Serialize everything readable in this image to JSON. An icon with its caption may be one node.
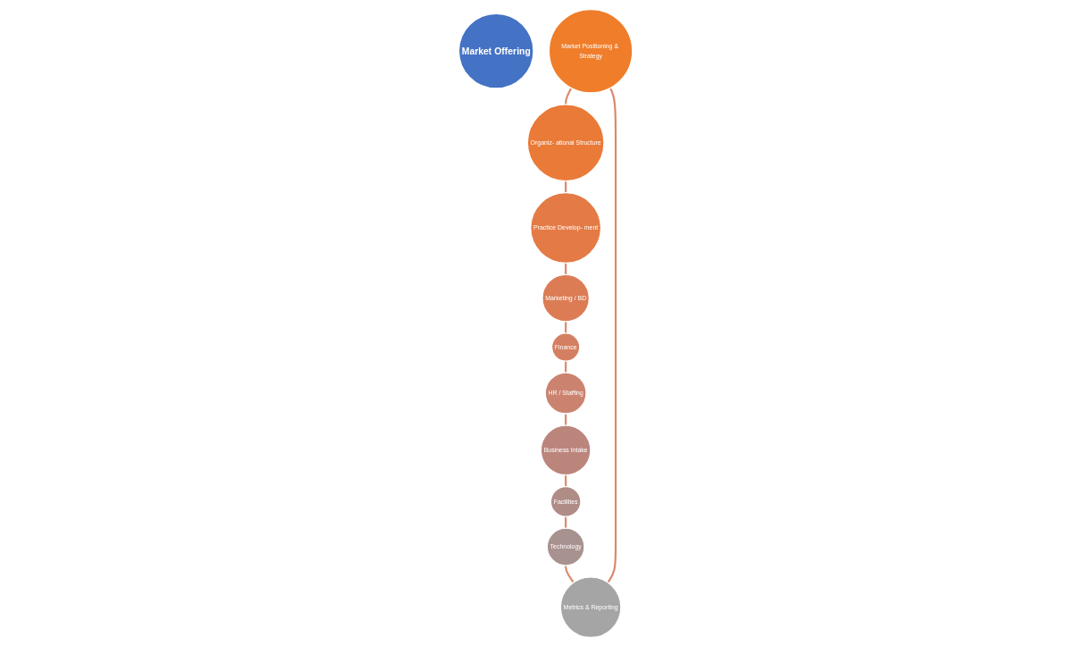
{
  "diagram": {
    "nodes": [
      {
        "text": [
          "Market Offering"
        ]
      },
      {
        "text": [
          "Market Positioning & Strategy"
        ]
      },
      {
        "text": [
          "Organiz- ational Structure"
        ]
      },
      {
        "text": [
          "Practice Develop- ment"
        ]
      },
      {
        "text": [
          "Marketing / BD"
        ]
      },
      {
        "text": [
          "Finance"
        ]
      },
      {
        "text": [
          "HR / Staffing"
        ]
      },
      {
        "text": [
          "Business Intake"
        ]
      },
      {
        "text": [
          "Facilities"
        ]
      },
      {
        "text": [
          "Technology"
        ]
      },
      {
        "text": [
          "Metrics & Reporting"
        ]
      }
    ],
    "edges": [
      {
        "from": 1,
        "to": 2,
        "arrow": "none"
      },
      {
        "from": 2,
        "to": 3,
        "arrow": "none"
      },
      {
        "from": 3,
        "to": 4,
        "arrow": "none"
      },
      {
        "from": 4,
        "to": 5,
        "arrow": "none"
      },
      {
        "from": 5,
        "to": 6,
        "arrow": "none"
      },
      {
        "from": 6,
        "to": 7,
        "arrow": "none"
      },
      {
        "from": 7,
        "to": 8,
        "arrow": "none"
      },
      {
        "from": 8,
        "to": 9,
        "arrow": "none"
      },
      {
        "from": 9,
        "to": 10,
        "arrow": "none"
      },
      {
        "from": 10,
        "to": 1,
        "arrow": "none"
      }
    ]
  }
}
